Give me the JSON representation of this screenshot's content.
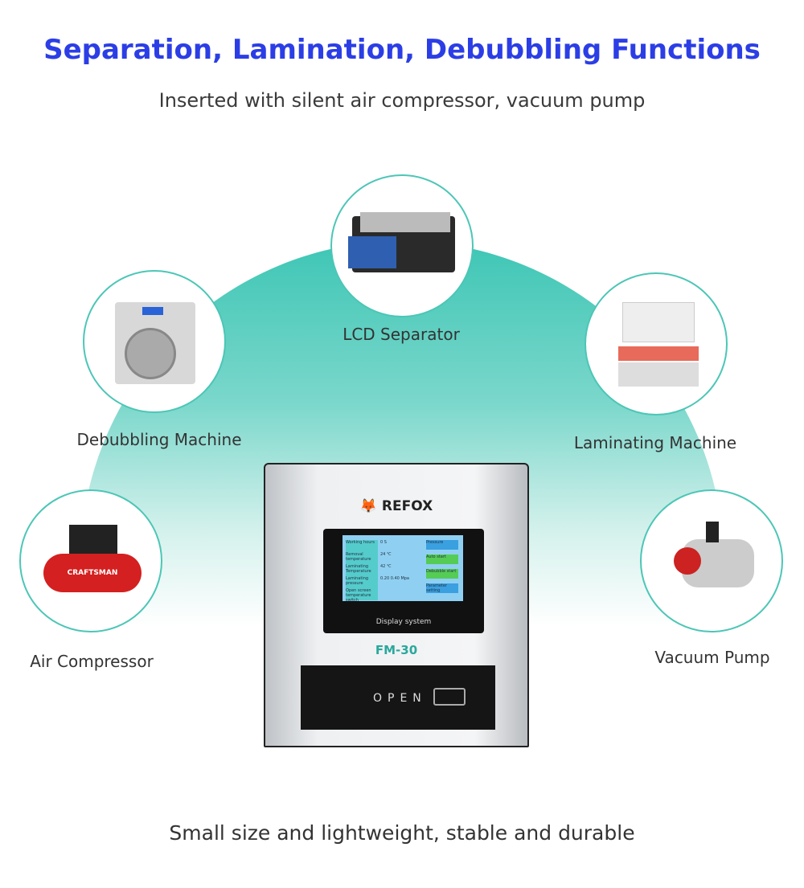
{
  "title": "Separation, Lamination, Debubbling Functions",
  "subtitle": "Inserted with silent air compressor, vacuum pump",
  "accent_color": "#2b3ee6",
  "arc_color": "#3ec6b5",
  "products": [
    {
      "label": "LCD Separator",
      "icon": "lcd-separator-image"
    },
    {
      "label": "Debubbling Machine",
      "icon": "debubbling-machine-image"
    },
    {
      "label": "Laminating Machine",
      "icon": "laminating-machine-image"
    },
    {
      "label": "Air Compressor",
      "icon": "air-compressor-image",
      "brand": "CRAFTSMAN"
    },
    {
      "label": "Vacuum Pump",
      "icon": "vacuum-pump-image"
    }
  ],
  "machine": {
    "brand": "REFOX",
    "model": "FM-30",
    "display_label": "Display system",
    "door_label": "OPEN",
    "screen": {
      "rows": [
        {
          "label": "Working hours",
          "value": "0 S"
        },
        {
          "label": "Removal temperature",
          "value": "24 ℃"
        },
        {
          "label": "Laminating Temperature",
          "value": "42 ℃"
        },
        {
          "label": "Laminating pressure",
          "value": "0.20 0.40 Mpa"
        },
        {
          "label": "Open screen temperature switch",
          "value": ""
        }
      ],
      "buttons": [
        "Pressure",
        "Auto start",
        "Debubble start",
        "Parameter setting"
      ]
    }
  },
  "footer": "Small size and lightweight, stable and durable"
}
